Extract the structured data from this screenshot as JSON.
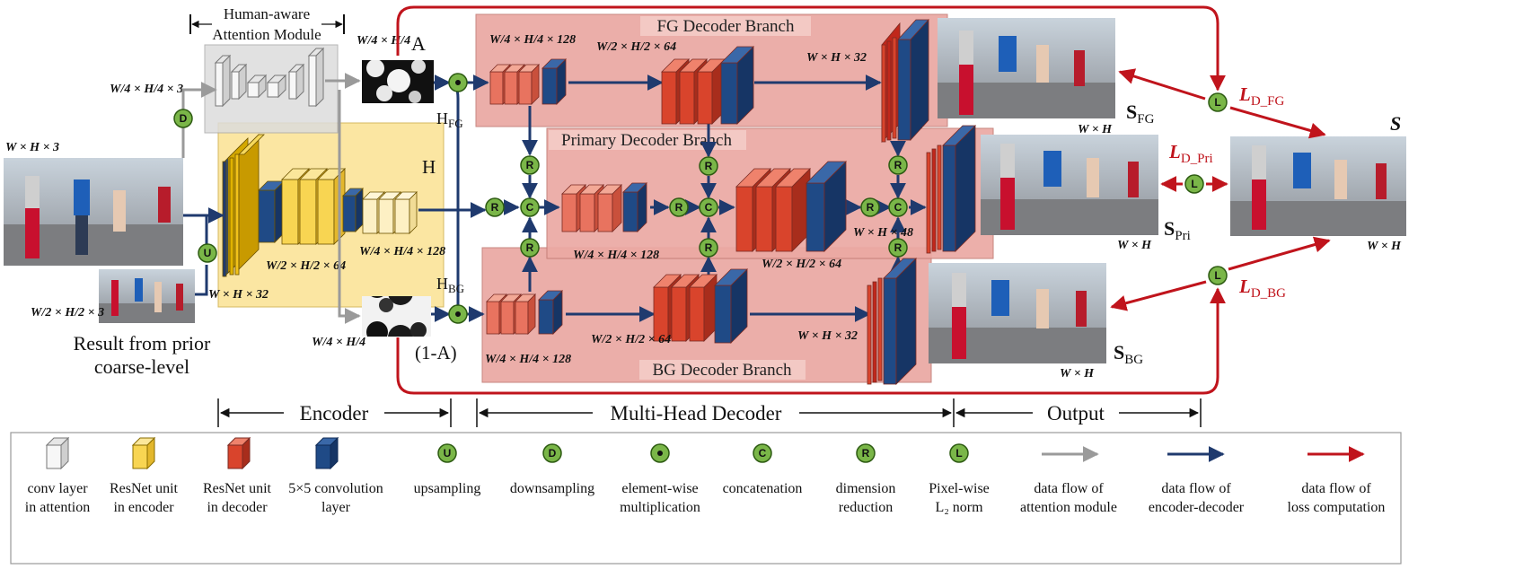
{
  "sections": {
    "encoder": "Encoder",
    "decoder": "Multi-Head Decoder",
    "output": "Output"
  },
  "attention_module": {
    "line1": "Human-aware",
    "line2": "Attention Module"
  },
  "branches": {
    "fg": "FG Decoder Branch",
    "primary": "Primary Decoder Branch",
    "bg": "BG Decoder Branch"
  },
  "maps": {
    "attention": "A",
    "inverse": "(1-A)",
    "h": "H",
    "h_fg": "H",
    "h_fg_sub": "FG",
    "h_bg": "H",
    "h_bg_sub": "BG"
  },
  "dims": {
    "input_full": "W × H × 3",
    "input_half": "W/2 × H/2 × 3",
    "input_quarter": "W/4 × H/4 × 3",
    "attn_a": "W/4 × H/4",
    "attn_inv": "W/4 × H/4",
    "enc_start": "W × H × 32",
    "enc_mid": "W/2 × H/2 × 64",
    "enc_end": "W/4 × H/4 × 128",
    "fg1": "W/4 × H/4 × 128",
    "fg2": "W/2 × H/2 × 64",
    "fg3": "W × H × 32",
    "pri1": "W/4 × H/4 × 128",
    "pri2": "W/2 × H/2 × 64",
    "pri3": "W × H × 48",
    "bg1": "W/4 × H/4 × 128",
    "bg2": "W/2 × H/2 × 64",
    "bg3": "W × H × 32",
    "out_fg": "W × H",
    "out_pri": "W × H",
    "out_bg": "W × H",
    "out_s": "W × H"
  },
  "outputs": {
    "s_fg": "S",
    "s_fg_sub": "FG",
    "s_pri": "S",
    "s_pri_sub": "Pri",
    "s_bg": "S",
    "s_bg_sub": "BG",
    "s": "S"
  },
  "losses": {
    "fg": "L",
    "fg_sub": "D_FG",
    "pri": "L",
    "pri_sub": "D_Pri",
    "bg": "L",
    "bg_sub": "D_BG"
  },
  "prior": {
    "line1": "Result from prior",
    "line2": "coarse-level"
  },
  "nodes": {
    "downsample": "D",
    "upsample": "U",
    "reduce": "R",
    "concat": "C",
    "loss": "L"
  },
  "legend": [
    {
      "symbol": "cube-gray",
      "line1": "conv layer",
      "line2": "in attention"
    },
    {
      "symbol": "cube-yellow",
      "line1": "ResNet unit",
      "line2": "in encoder"
    },
    {
      "symbol": "cube-red",
      "line1": "ResNet unit",
      "line2": "in decoder"
    },
    {
      "symbol": "cube-blue",
      "line1": "5×5 convolution",
      "line2": "layer"
    },
    {
      "symbol": "node-U",
      "line1": "upsampling",
      "line2": ""
    },
    {
      "symbol": "node-D",
      "line1": "downsampling",
      "line2": ""
    },
    {
      "symbol": "node-dot",
      "line1": "element-wise",
      "line2": "multiplication"
    },
    {
      "symbol": "node-C",
      "line1": "concatenation",
      "line2": ""
    },
    {
      "symbol": "node-R",
      "line1": "dimension",
      "line2": "reduction"
    },
    {
      "symbol": "node-L",
      "line1": "Pixel-wise",
      "line2": "L₂ norm"
    },
    {
      "symbol": "arrow-gray",
      "line1": "data flow of",
      "line2": "attention module"
    },
    {
      "symbol": "arrow-navy",
      "line1": "data flow of",
      "line2": "encoder-decoder"
    },
    {
      "symbol": "arrow-red",
      "line1": "data flow of",
      "line2": "loss computation"
    }
  ],
  "colors": {
    "navy": "#1f3a6e",
    "red": "#c0141c",
    "gray": "#9a9a9a",
    "node_green": "#7ab648",
    "encoder_bg": "#fbe6a2",
    "decoder_bg": "#e9a6a0"
  }
}
